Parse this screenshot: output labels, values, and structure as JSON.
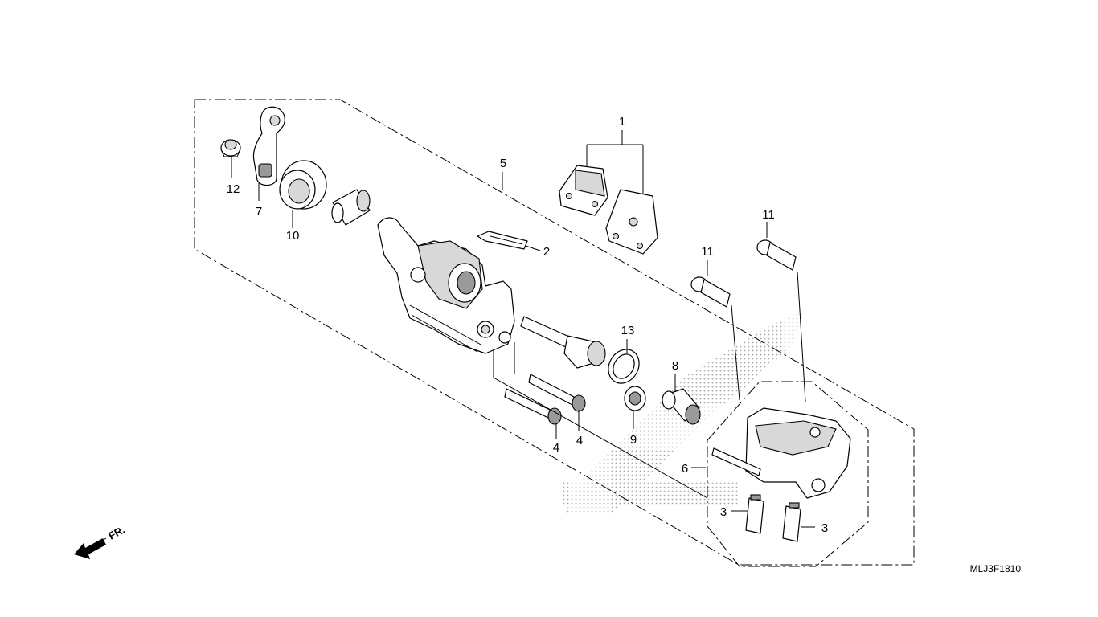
{
  "diagram": {
    "catalog_code": "MLJ3F1810",
    "direction_label": "FR.",
    "callouts": [
      {
        "id": "1",
        "text": "1"
      },
      {
        "id": "2",
        "text": "2"
      },
      {
        "id": "3a",
        "text": "3"
      },
      {
        "id": "3b",
        "text": "3"
      },
      {
        "id": "4a",
        "text": "4"
      },
      {
        "id": "4b",
        "text": "4"
      },
      {
        "id": "5",
        "text": "5"
      },
      {
        "id": "6",
        "text": "6"
      },
      {
        "id": "7",
        "text": "7"
      },
      {
        "id": "8",
        "text": "8"
      },
      {
        "id": "9",
        "text": "9"
      },
      {
        "id": "10",
        "text": "10"
      },
      {
        "id": "11a",
        "text": "11"
      },
      {
        "id": "11b",
        "text": "11"
      },
      {
        "id": "12",
        "text": "12"
      },
      {
        "id": "13",
        "text": "13"
      }
    ],
    "watermark": "HONDA wing logo (faint dotted)"
  }
}
